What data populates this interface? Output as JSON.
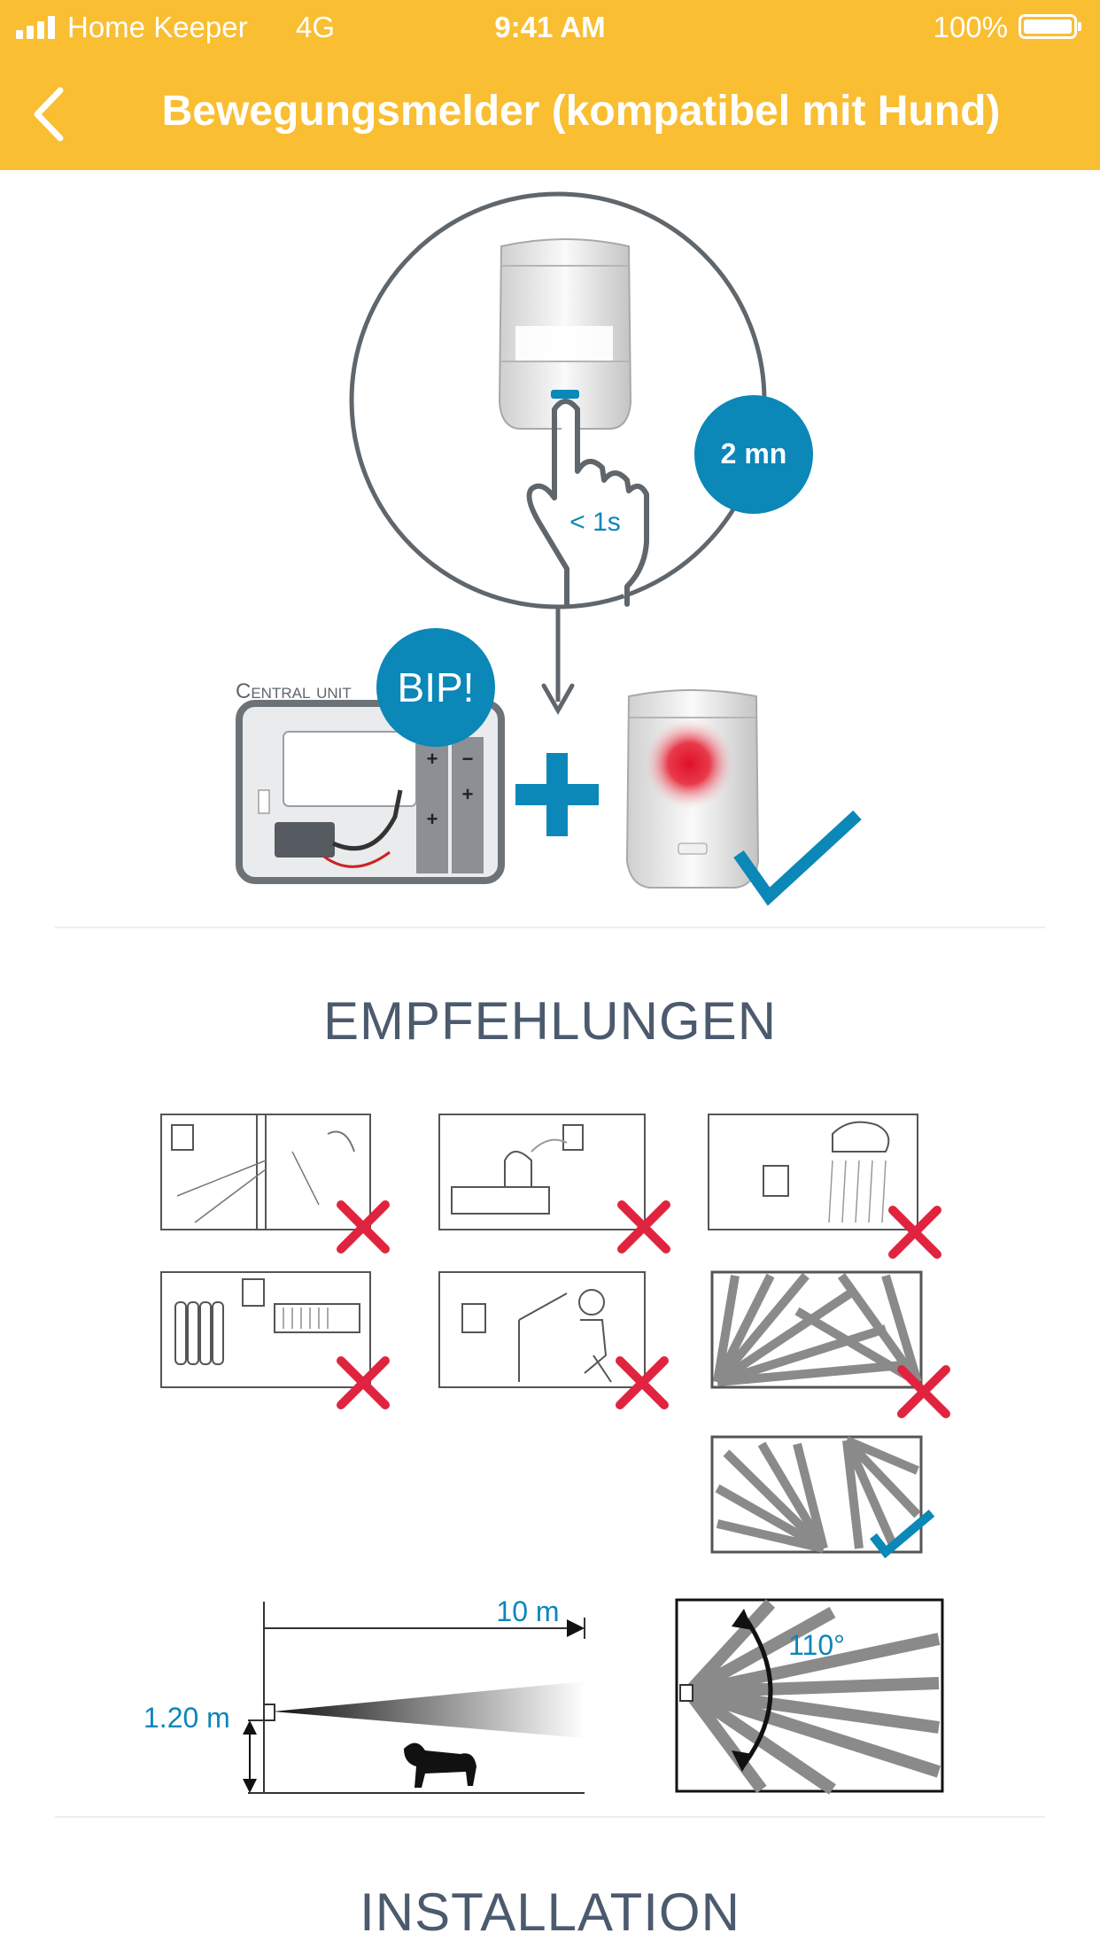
{
  "status_bar": {
    "carrier": "Home Keeper",
    "network": "4G",
    "time": "9:41 AM",
    "battery": "100%"
  },
  "header": {
    "title": "Bewegungsmelder (kompatibel mit Hund)"
  },
  "pairing_illustration": {
    "press_duration": "< 1s",
    "timer_badge": "2 mn",
    "central_unit_label": "Central unit",
    "beep_label": "BIP!"
  },
  "recommendations": {
    "title": "EMPFEHLUNGEN"
  },
  "installation_specs": {
    "range": "10 m",
    "mount_height": "1.20 m",
    "angle": "110°"
  },
  "installation": {
    "title": "INSTALLATION"
  },
  "colors": {
    "header": "#f9be31",
    "accent_blue": "#0b87b8",
    "error_red": "#e0243f",
    "heading_text": "#4c5a6e"
  },
  "icons": {
    "back": "chevron-left-icon",
    "signal": "signal-bars-icon",
    "battery": "battery-icon",
    "cross": "cross-icon",
    "check": "checkmark-icon"
  }
}
